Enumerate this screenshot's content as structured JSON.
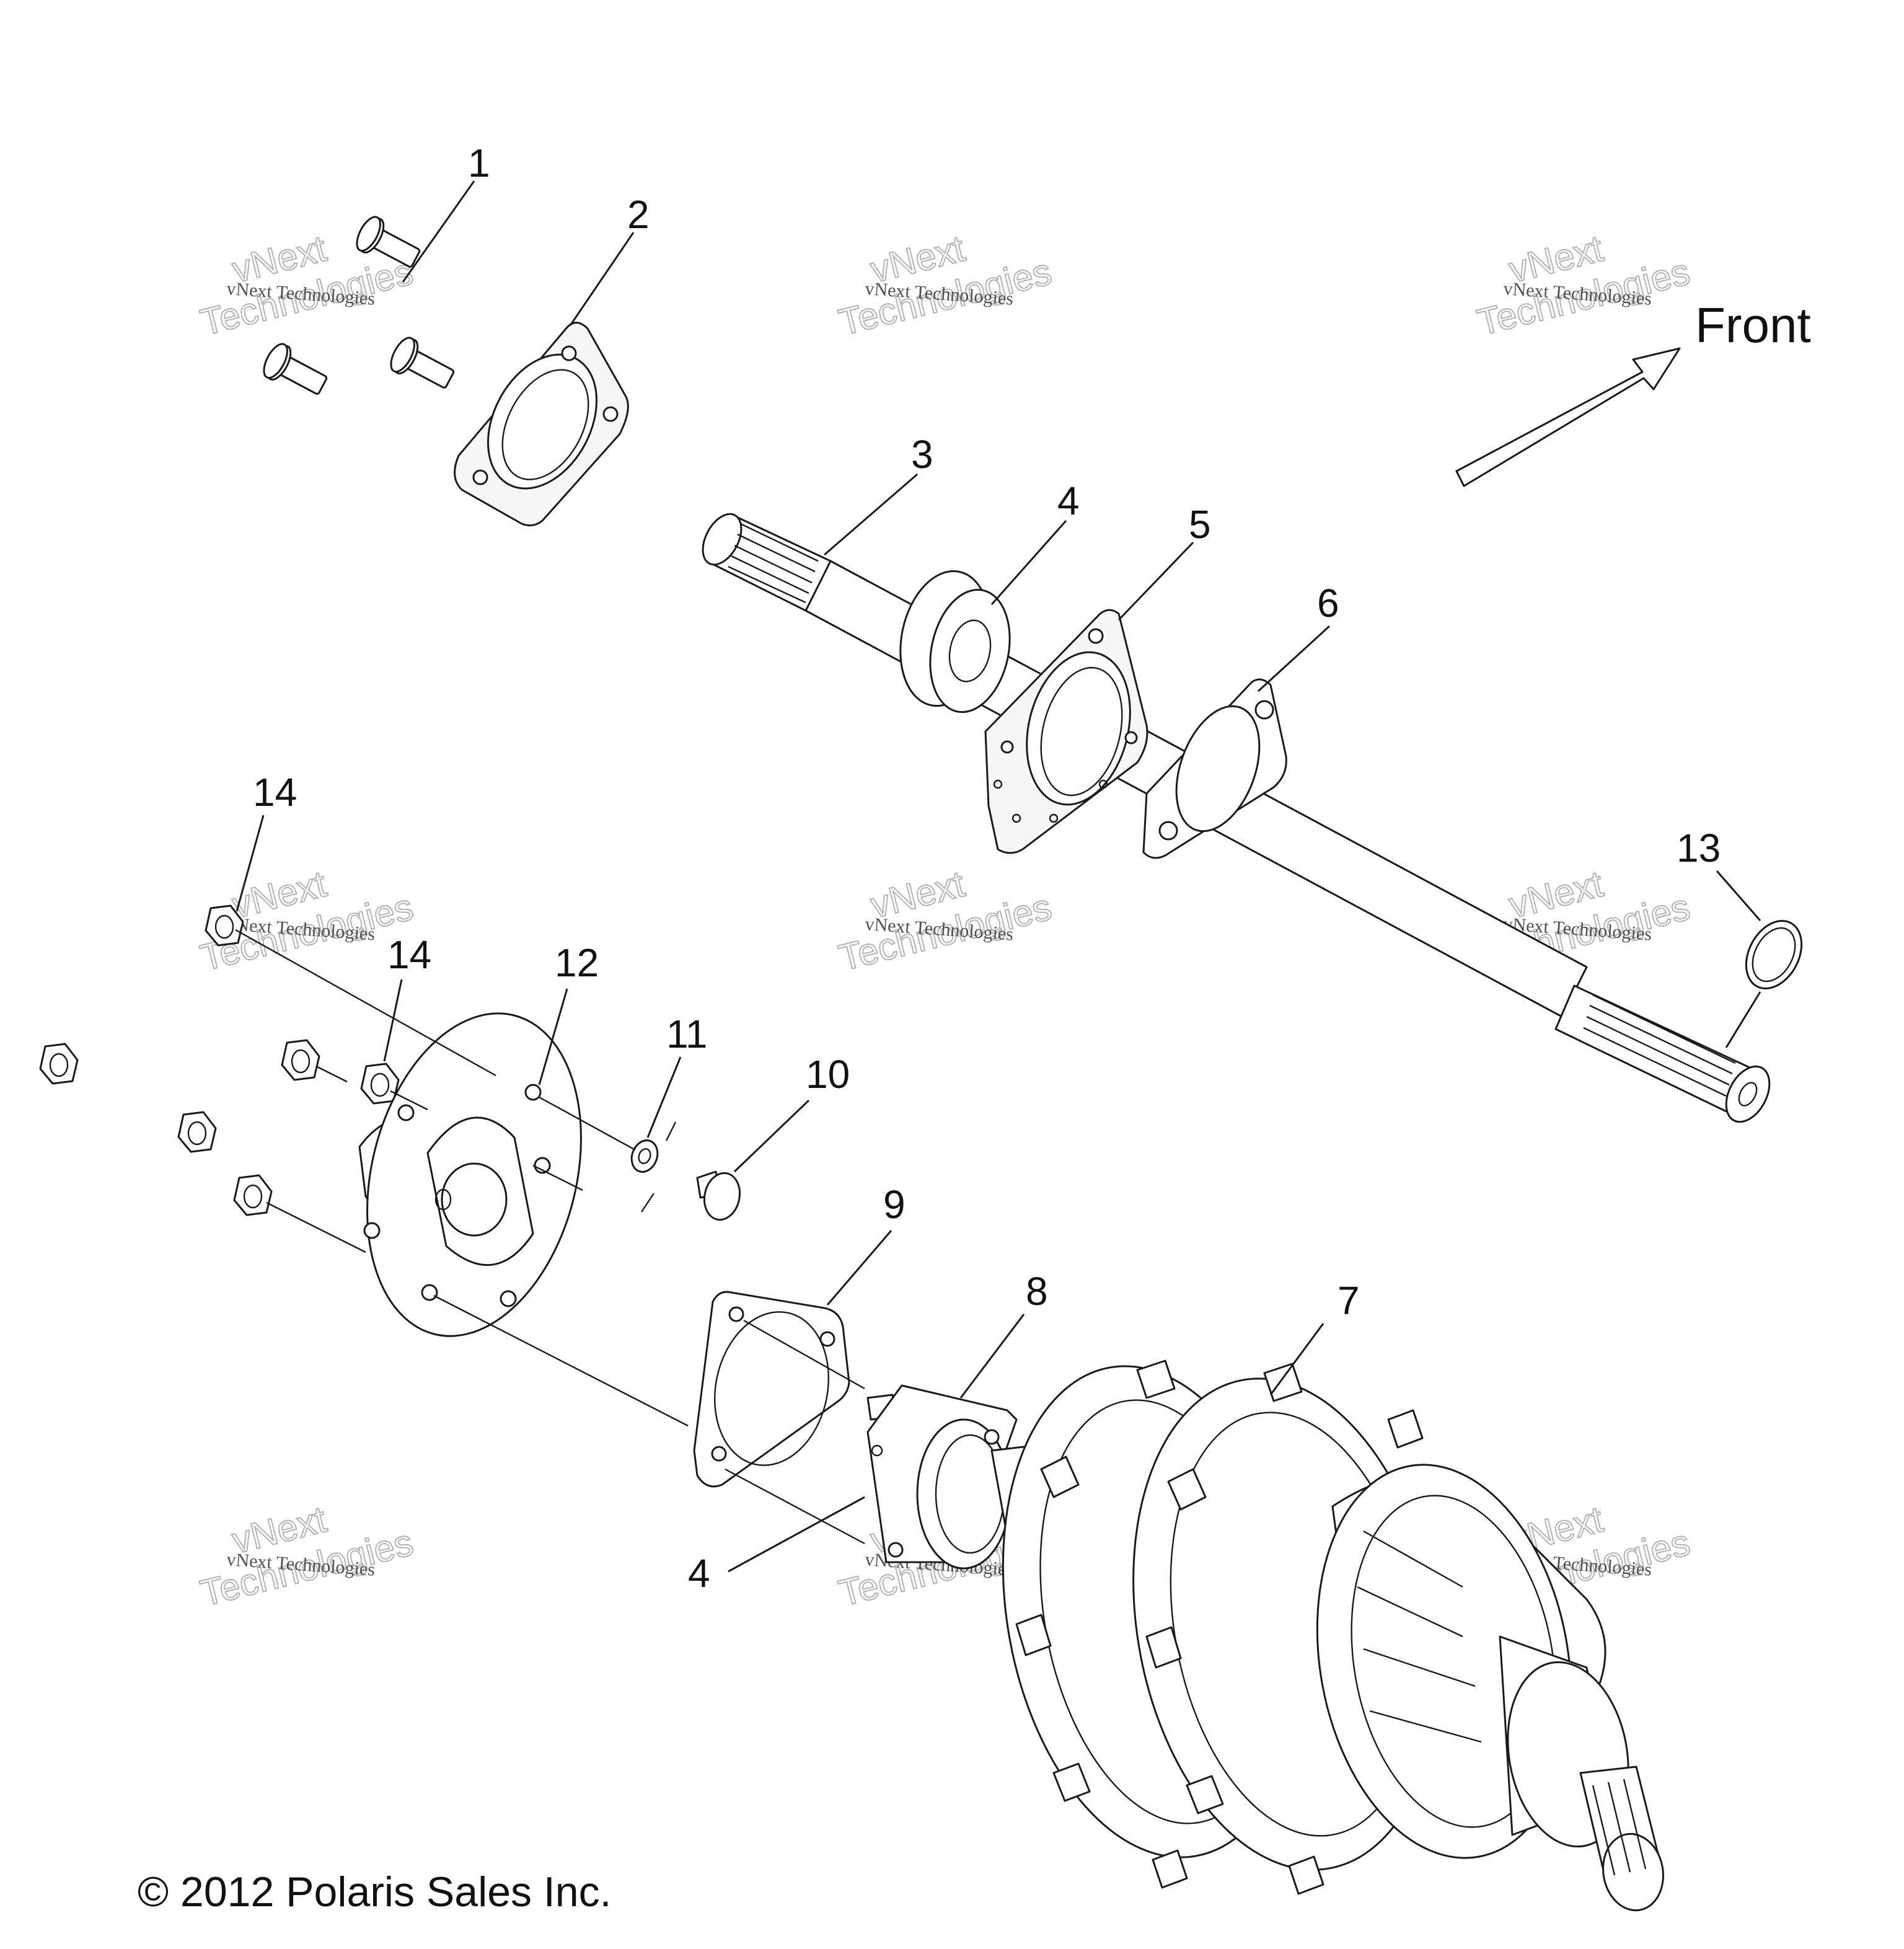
{
  "diagram": {
    "direction_label": "Front",
    "copyright": "© 2012 Polaris Sales Inc.",
    "watermark": {
      "brand": "vNext",
      "company": "vNext Technologies",
      "word": "Technologies"
    },
    "callouts": {
      "c1": "1",
      "c2": "2",
      "c3": "3",
      "c4a": "4",
      "c4b": "4",
      "c5": "5",
      "c6": "6",
      "c7": "7",
      "c8": "8",
      "c9": "9",
      "c10": "10",
      "c11": "11",
      "c12": "12",
      "c13": "13",
      "c14a": "14",
      "c14b": "14"
    }
  }
}
